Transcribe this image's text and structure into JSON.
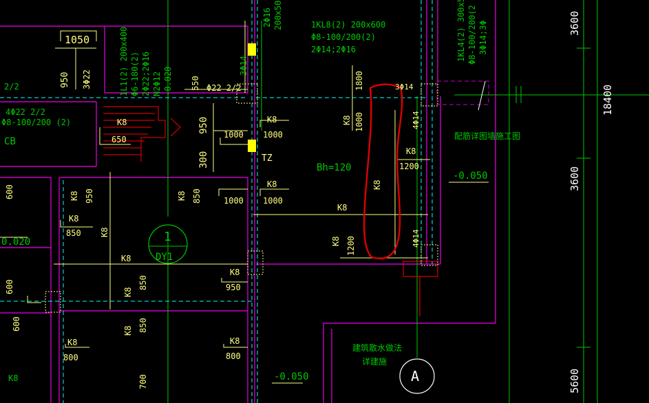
{
  "labels": {
    "dim_1050": "1050",
    "dim_950_left": "950",
    "rebar_3d22": "3Φ22",
    "ratio_left": "2/2",
    "l1_spec": "1L1(2) 200x400",
    "l1_stirrup": "Φ6-180(2)",
    "l1_main": "2Φ22;2Φ16",
    "l1_n": "N2Φ12",
    "l1_elev": "-0.020",
    "dim_550": "550",
    "rebar_3d14_mid": "3Φ14",
    "top_2d16": "2Φ16",
    "top_200x500": "200x500",
    "ratio_mid": "Φ22 2/2",
    "cb_rebar": "4Φ22 2/2",
    "cb_stirrup": "Φ8-100/200 (2)",
    "cb_name": "CB",
    "k8_stair": "K8",
    "dim_650": "650",
    "dim_950_stair": "950",
    "dim_300": "300",
    "k8_a": "K8",
    "dim_1000_a": "1000",
    "dim_1000_b": "1000",
    "tz": "TZ",
    "kl8_spec": "1KL8(2) 200x600",
    "kl8_stirrup": "Φ8-100/200(2)",
    "kl8_main": "2Φ14;2Φ16",
    "dim_1800": "1800",
    "k8_vert": "K8",
    "dim_1000_vert": "1000",
    "rebar_3d14_r": "3Φ14",
    "rebar_4d14_top": "4Φ14",
    "bh": "Bh=120",
    "k8_center": "K8",
    "k8_right": "K8",
    "dim_1200_right": "1200",
    "kl4_spec": "1KL4(2) 300x50",
    "kl4_stirrup": "Φ8-100/200(2",
    "kl4_main": "3Φ14;3Φ",
    "wall_note": "配筋详图墙施工图",
    "elev_r": "-0.050",
    "dim_3600_top": "3600",
    "dim_18400": "18400",
    "dim_3600_mid": "3600",
    "dim_5600": "5600",
    "dim_600_l": "600",
    "k8_l1": "K8",
    "dim_950_l": "950",
    "k8_l2": "K8",
    "dim_850_l": "850",
    "k8_l3": "K8",
    "elev_l": "0.020",
    "k8_l4": "K8",
    "dim_850_m": "850",
    "k8_m1": "K8",
    "dim_1000_m1": "1000",
    "dim_1000_m2": "1000",
    "k8_long": "K8",
    "k8_bot": "K8",
    "dim_1200_bot": "1200",
    "rebar_4d14_bot": "4Φ14",
    "dy1_num": "1",
    "dy1_name": "DY1",
    "k8_row": "K8",
    "k8_950": "K8",
    "dim_950_b": "950",
    "dim_600_b1": "600",
    "dim_600_b2": "600",
    "dim_850_b1": "850",
    "dim_850_b2": "850",
    "k8_b1": "K8",
    "k8_b2": "K8",
    "k8_800a": "K8",
    "dim_800a": "800",
    "k8_800b": "K8",
    "dim_800b": "800",
    "dim_700": "700",
    "k8_corner": "K8",
    "elev_bot": "-0.050",
    "apron_note": "建筑散水做法",
    "apron_sub": "详建施",
    "axis_a": "A"
  },
  "colors": {
    "background": "#000000",
    "wall": "#c800c8",
    "axis": "#00c800",
    "annotation": "#ffff80",
    "grid_dashed": "#00ffff",
    "highlight": "#e00000",
    "stair": "#ff0000",
    "white": "#ffffff",
    "column_fill": "#ffff00"
  }
}
